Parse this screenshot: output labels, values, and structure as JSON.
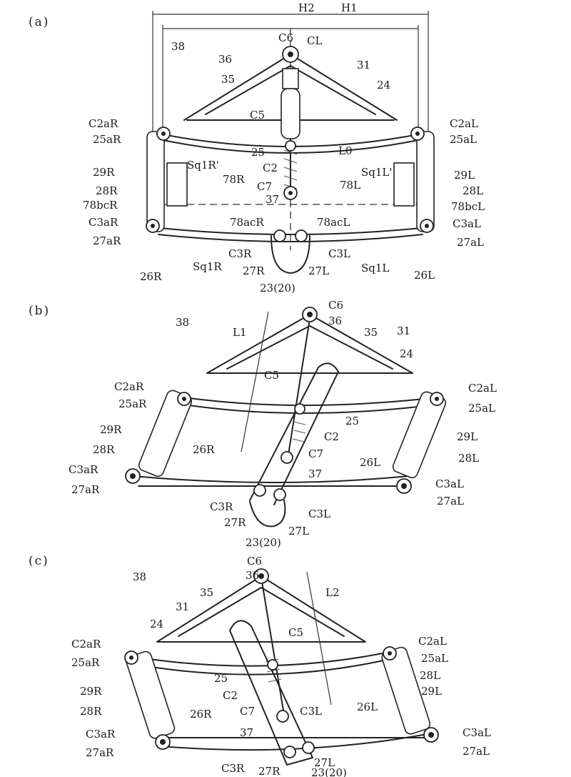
{
  "panels": [
    {
      "id": "a",
      "label": "(a)",
      "labels": [
        "H2",
        "H1",
        "C6",
        "CL",
        "38",
        "36",
        "35",
        "31",
        "24",
        "C5",
        "C2aR",
        "25aR",
        "C2aL",
        "25aL",
        "25",
        "L0",
        "C2",
        "Sq1R'",
        "78R",
        "Sq1L'",
        "78L",
        "29R",
        "29L",
        "28R",
        "28L",
        "78bcR",
        "78bcL",
        "C7",
        "37",
        "C3aR",
        "C3aL",
        "78acR",
        "78acL",
        "27aR",
        "27aL",
        "C3R",
        "C3L",
        "26R",
        "Sq1R",
        "27R",
        "27L",
        "Sq1L",
        "26L",
        "23(20)"
      ]
    },
    {
      "id": "b",
      "label": "(b)",
      "labels": [
        "C6",
        "36",
        "38",
        "L1",
        "35",
        "31",
        "24",
        "C5",
        "C2aR",
        "25aR",
        "C2aL",
        "25aL",
        "25",
        "C2",
        "29R",
        "28R",
        "26R",
        "C7",
        "26L",
        "29L",
        "28L",
        "37",
        "C3aR",
        "27aR",
        "C3aL",
        "27aL",
        "C3R",
        "27R",
        "C3L",
        "27L",
        "23(20)"
      ]
    },
    {
      "id": "c",
      "label": "(c)",
      "labels": [
        "C6",
        "36",
        "38",
        "35",
        "L2",
        "31",
        "24",
        "C5",
        "C2aR",
        "25aR",
        "C2aL",
        "25aL",
        "28L",
        "25",
        "29L",
        "29R",
        "C2",
        "28R",
        "C7",
        "C3L",
        "26R",
        "26L",
        "37",
        "C3aR",
        "C3aL",
        "27aR",
        "27aL",
        "27L",
        "C3R",
        "27R",
        "23(20)"
      ]
    }
  ]
}
